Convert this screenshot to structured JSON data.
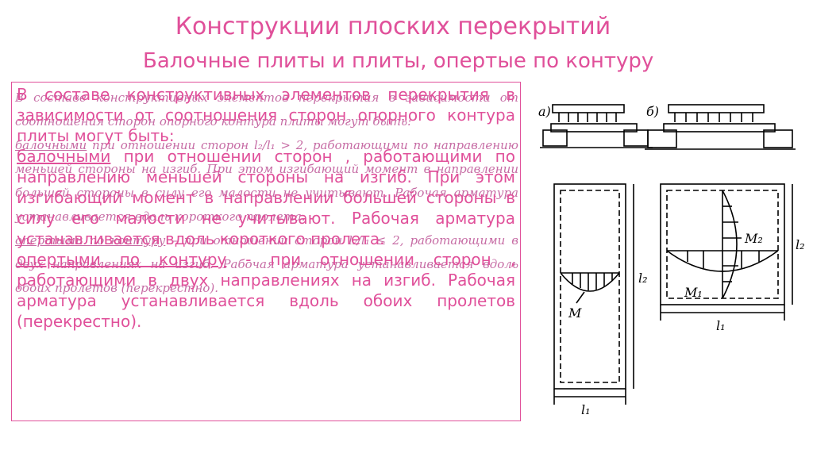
{
  "slide": {
    "title": "Конструкции плоских перекрытий",
    "subtitle": "Балочные плиты и плиты, опертые по контуру"
  },
  "underlay": {
    "p1": "В составе конструктивных элементов перекрытия в зависимости от соотношения сторон опорного контура плиты могут быть:",
    "p2_term": "балочными",
    "p2_rest": "при отношении сторон",
    "p2_ratio": "l₂/l₁ > 2,",
    "p2_after": "работающими по направлению меньшей стороны на изгиб. При этом изгибающий момент в направлении большей стороны в силу его малости не учитывают. Рабочая арматура устанавливается вдоль короткого пролета.",
    "p3_term": "опертыми по контуру",
    "p3_rest": "– при отношении сторон",
    "p3_ratio": "l₂/l₁ ≤ 2,",
    "p3_after": "работающими в двух направлениях на изгиб. Рабочая арматура устанавливается вдоль обоих пролетов (перекрестно)."
  },
  "overlay": {
    "p1": "В составе конструктивных элементов перекрытия в зависимости от соотношения сторон опорного контура плиты могут быть:",
    "p2_term": "балочными",
    "p2_rest": "при отношении сторон , работающими по направлению меньшей стороны на изгиб. При этом изгибающий момент в направлении большей стороны в силу его малости не учитывают. Рабочая арматура устанавливается вдоль короткого пролета.",
    "p3_term": "опертыми по контуру",
    "p3_rest": "- при отношении сторон , работающими в двух направлениях на изгиб. Рабочая арматура устанавливается вдоль обоих пролетов (перекрестно)."
  },
  "figure": {
    "label_a": "а)",
    "label_b": "б)",
    "label_M": "M",
    "label_M1": "M₁",
    "label_M2": "M₂",
    "label_l1_a": "l₁",
    "label_l2_a": "l₂",
    "label_l1_b": "l₁",
    "label_l2_b": "l₂"
  }
}
